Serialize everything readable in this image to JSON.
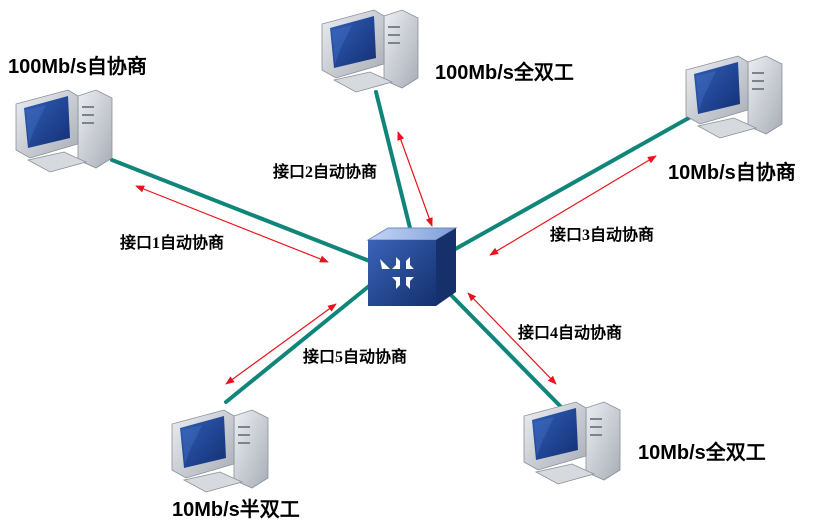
{
  "colors": {
    "link": "#10857a",
    "arrow": "#e8141b",
    "switch_body": "#1f3f8e",
    "switch_top": "#a9c2ec",
    "pc_frame": "#c9ccd2",
    "pc_screen": "#1d3f8f"
  },
  "icons": {
    "switch": "network-switch-icon",
    "pc": "desktop-computer-icon"
  },
  "computers": [
    {
      "id": "pc1",
      "label": "100Mb/s自协商"
    },
    {
      "id": "pc2",
      "label": "100Mb/s全双工"
    },
    {
      "id": "pc3",
      "label": "10Mb/s自协商"
    },
    {
      "id": "pc4",
      "label": "10Mb/s全双工"
    },
    {
      "id": "pc5",
      "label": "10Mb/s半双工"
    }
  ],
  "ports": [
    {
      "id": "p1",
      "label": "接口1自动协商"
    },
    {
      "id": "p2",
      "label": "接口2自动协商"
    },
    {
      "id": "p3",
      "label": "接口3自动协商"
    },
    {
      "id": "p4",
      "label": "接口4自动协商"
    },
    {
      "id": "p5",
      "label": "接口5自动协商"
    }
  ]
}
